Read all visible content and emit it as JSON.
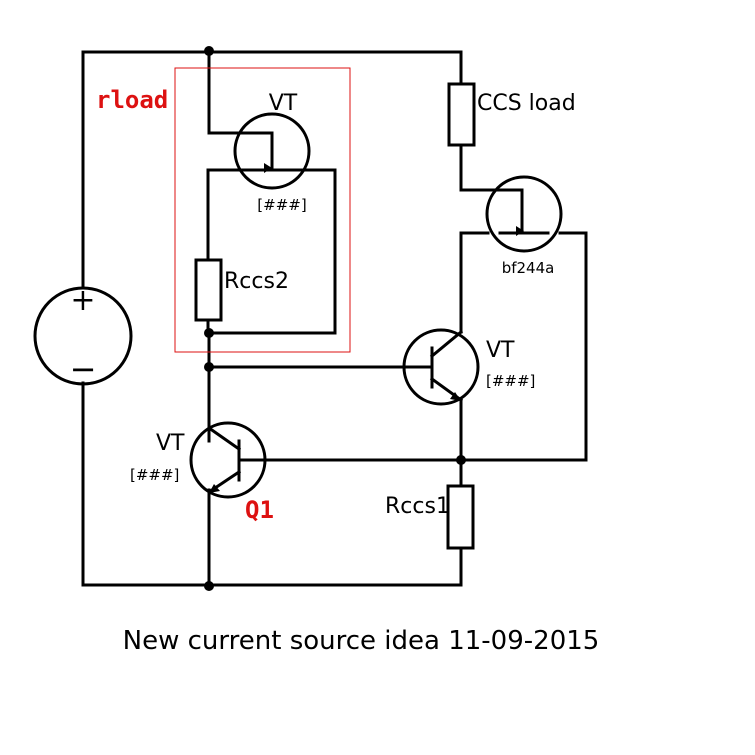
{
  "labels": {
    "rload": "rload",
    "jfet_top_name": "VT",
    "jfet_top_part": "[###]",
    "rccs2": "Rccs2",
    "ccs_load": "CCS load",
    "jfet_right_part": "bf244a",
    "npn_mid_name": "VT",
    "npn_mid_part": "[###]",
    "npn_low_name": "VT",
    "npn_low_part": "[###]",
    "q1": "Q1",
    "rccs1": "Rccs1",
    "source_plus": "+",
    "source_minus": "−",
    "caption": "New current source idea 11-09-2015"
  },
  "colors": {
    "annotation": "#dd1111",
    "box": "#dd1111",
    "wire": "#000000"
  }
}
